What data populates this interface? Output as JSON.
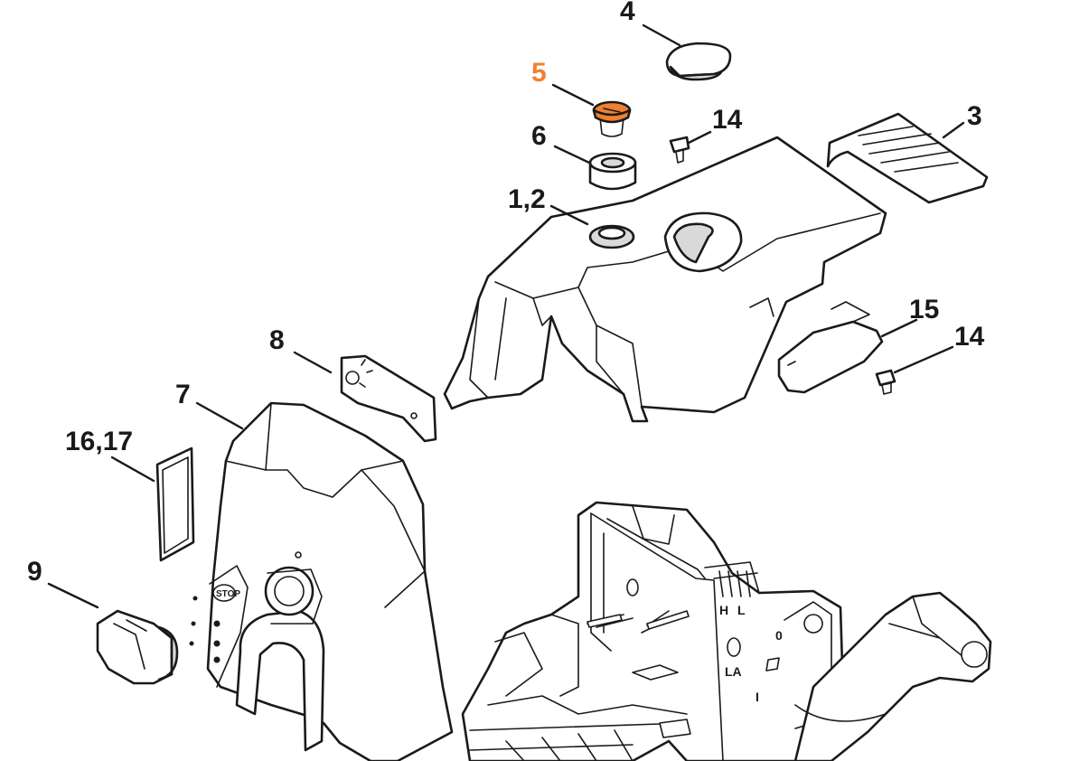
{
  "highlight_color": "#f08030",
  "callouts": [
    {
      "id": "4",
      "text": "4",
      "highlighted": false
    },
    {
      "id": "5",
      "text": "5",
      "highlighted": true
    },
    {
      "id": "14a",
      "text": "14",
      "highlighted": false
    },
    {
      "id": "3",
      "text": "3",
      "highlighted": false
    },
    {
      "id": "6",
      "text": "6",
      "highlighted": false
    },
    {
      "id": "1-2",
      "text": "1,2",
      "highlighted": false
    },
    {
      "id": "15",
      "text": "15",
      "highlighted": false
    },
    {
      "id": "14b",
      "text": "14",
      "highlighted": false
    },
    {
      "id": "8",
      "text": "8",
      "highlighted": false
    },
    {
      "id": "7",
      "text": "7",
      "highlighted": false
    },
    {
      "id": "16-17",
      "text": "16,17",
      "highlighted": false
    },
    {
      "id": "9",
      "text": "9",
      "highlighted": false
    }
  ],
  "part_markings": {
    "stop": "STOP",
    "h": "H",
    "l": "L",
    "la": "LA",
    "zero": "0",
    "one": "I"
  }
}
